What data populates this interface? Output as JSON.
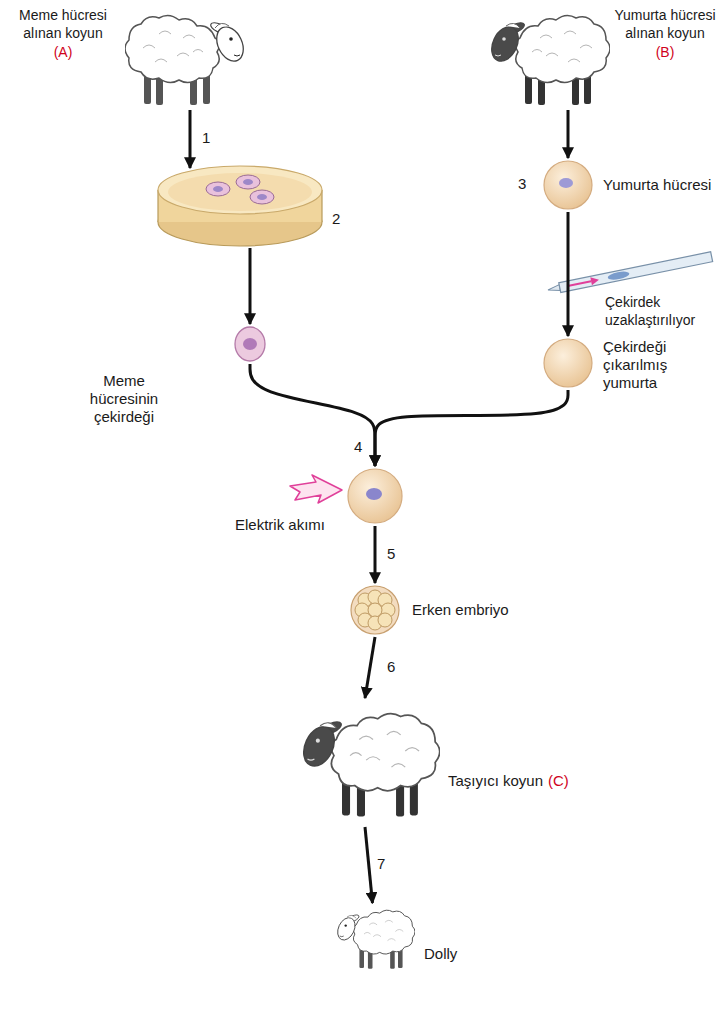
{
  "diagram": {
    "nodes": [
      {
        "text": [
          "Meme hücresi alınan koyun",
          "(A)"
        ]
      },
      {
        "text": [
          "Yumurta hücresi alınan koyun",
          "(B)"
        ]
      },
      {
        "text": [
          "2"
        ]
      },
      {
        "text": [
          "3",
          "Yumurta hücresi"
        ]
      },
      {
        "text": [
          "Çekirdeği çıkarılmış yumurta"
        ]
      },
      {
        "text": [
          "Meme hücresinin çekirdeği"
        ]
      },
      {
        "text": [
          "Elektrik akımı"
        ]
      },
      {
        "text": [
          "Erken embriyo"
        ]
      },
      {
        "text": [
          "Taşıyıcı koyun",
          "(C)"
        ]
      },
      {
        "text": [
          "Dolly"
        ]
      }
    ],
    "edges": [
      {
        "from": 0,
        "to": 2,
        "label": "1",
        "arrow": "to"
      },
      {
        "from": 1,
        "to": 3,
        "arrow": "to"
      },
      {
        "from": 3,
        "to": 4,
        "arrow": "to"
      },
      {
        "from": 2,
        "to": 5,
        "arrow": "to"
      },
      {
        "from": 5,
        "to": 6,
        "arrow": "to"
      },
      {
        "from": 4,
        "to": 6,
        "arrow": "to"
      },
      {
        "from": 6,
        "to": 7,
        "label": "5",
        "arrow": "to"
      },
      {
        "from": 7,
        "to": 8,
        "label": "6",
        "arrow": "to"
      },
      {
        "from": 8,
        "to": 9,
        "label": "7",
        "arrow": "to"
      }
    ],
    "labels": [
      "Çekirdek uzaklaştırılıyor",
      "4"
    ]
  }
}
